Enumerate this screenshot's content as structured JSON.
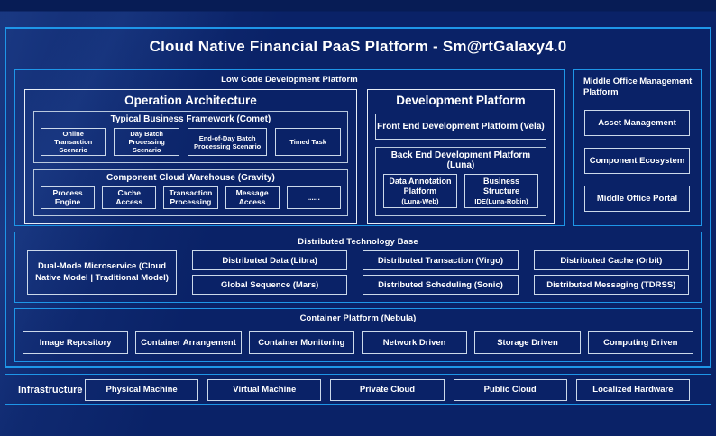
{
  "title": "Cloud Native Financial PaaS Platform - Sm@rtGalaxy4.0",
  "low_code": {
    "title": "Low Code Development Platform",
    "operation_architecture": {
      "title": "Operation Architecture",
      "business_framework": {
        "title": "Typical Business Framework (Comet)",
        "items": [
          "Online Transaction Scenario",
          "Day Batch Processing Scenario",
          "End-of-Day Batch Processing Scenario",
          "Timed Task"
        ]
      },
      "component_warehouse": {
        "title": "Component Cloud Warehouse (Gravity)",
        "items": [
          "Process Engine",
          "Cache Access",
          "Transaction Processing",
          "Message Access",
          "......"
        ]
      }
    },
    "development_platform": {
      "title": "Development Platform",
      "front_end": "Front End Development Platform (Vela)",
      "back_end": {
        "title": "Back End Development Platform (Luna)",
        "items": [
          {
            "label": "Data Annotation Platform",
            "sub": "(Luna-Web)"
          },
          {
            "label": "Business Structure",
            "sub": "IDE(Luna-Robin)"
          }
        ]
      }
    }
  },
  "middle_office": {
    "title": "Middle Office Management Platform",
    "items": [
      "Asset Management",
      "Component Ecosystem",
      "Middle Office Portal"
    ]
  },
  "distributed": {
    "title": "Distributed Technology Base",
    "microservice": "Dual-Mode Microservice (Cloud Native Model | Traditional Model)",
    "items": [
      "Distributed Data (Libra)",
      "Distributed Transaction (Virgo)",
      "Distributed Cache (Orbit)",
      "Global Sequence (Mars)",
      "Distributed Scheduling (Sonic)",
      "Distributed Messaging (TDRSS)"
    ]
  },
  "container_platform": {
    "title": "Container Platform (Nebula)",
    "items": [
      "Image Repository",
      "Container Arrangement",
      "Container Monitoring",
      "Network Driven",
      "Storage Driven",
      "Computing Driven"
    ]
  },
  "infrastructure": {
    "title": "Infrastructure",
    "items": [
      "Physical Machine",
      "Virtual Machine",
      "Private Cloud",
      "Public Cloud",
      "Localized Hardware"
    ]
  },
  "colors": {
    "background": "#0a2267",
    "frame_border": "#1e96e8",
    "box_border_light": "#ccd9ea",
    "panel_border_white": "#e8eef7",
    "text": "#ffffff"
  }
}
